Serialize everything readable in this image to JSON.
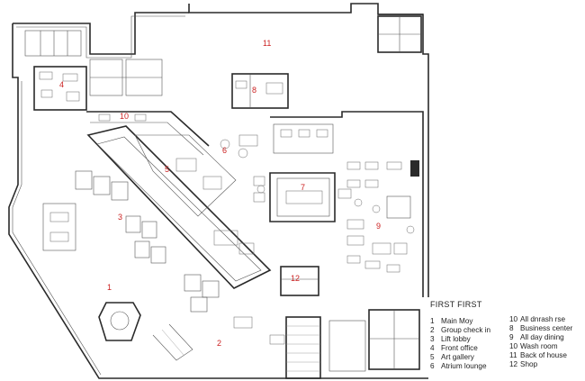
{
  "plan": {
    "room_numbers": [
      "11",
      "4",
      "8",
      "10",
      "6",
      "5",
      "7",
      "3",
      "9",
      "12",
      "1",
      "2"
    ]
  },
  "legend": {
    "title": "FIRST FIRST",
    "items": [
      {
        "n": "1",
        "label": "Main Moy"
      },
      {
        "n": "2",
        "label": "Group check in"
      },
      {
        "n": "3",
        "label": "Lift lobby"
      },
      {
        "n": "4",
        "label": "Front office"
      },
      {
        "n": "5",
        "label": "Art gallery"
      },
      {
        "n": "6",
        "label": "Atrium lounge"
      },
      {
        "n": "10",
        "label": "All dnrash rse"
      },
      {
        "n": "8",
        "label": "Business center"
      },
      {
        "n": "9",
        "label": "All day dining"
      },
      {
        "n": "10",
        "label": "Wash room"
      },
      {
        "n": "11",
        "label": "Back of house"
      },
      {
        "n": "12",
        "label": "Shop"
      }
    ]
  }
}
